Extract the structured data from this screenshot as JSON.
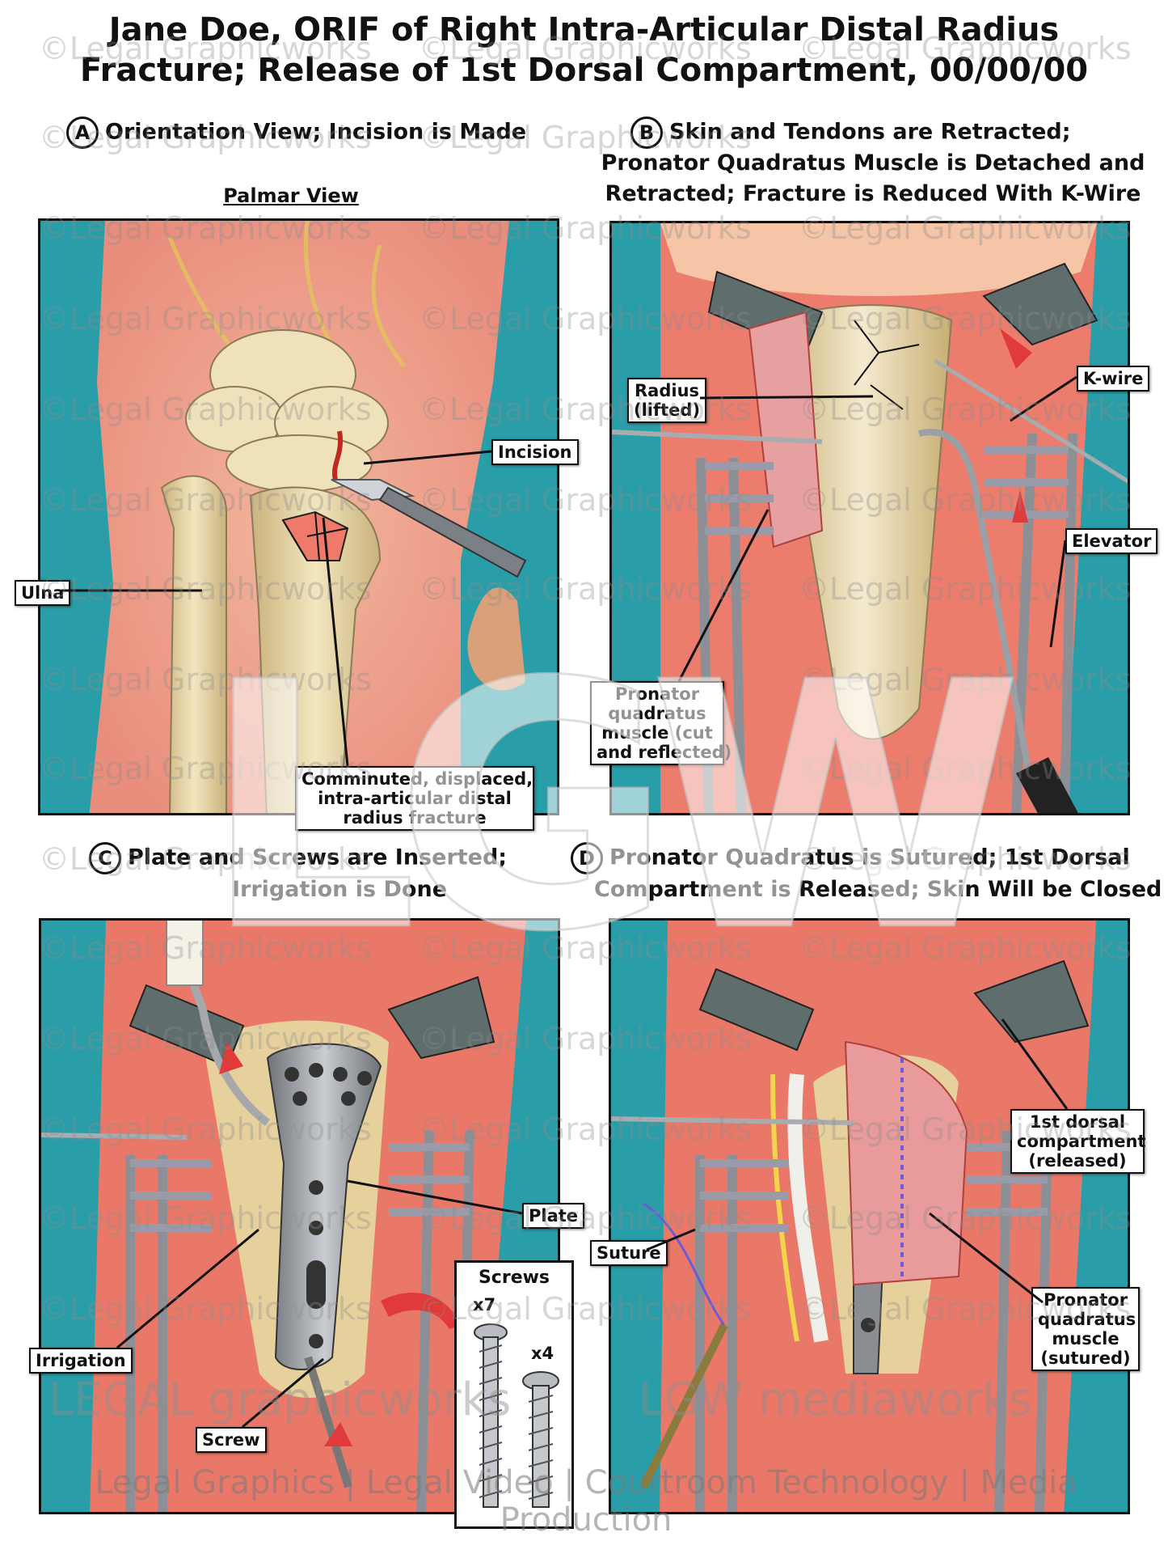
{
  "title_line1": "Jane Doe, ORIF of Right Intra-Articular Distal Radius",
  "title_line2": "Fracture; Release of 1st Dorsal Compartment, 00/00/00",
  "panel_a": {
    "letter": "A",
    "title": "Orientation View; Incision is Made",
    "subtitle": "Palmar View",
    "labels": {
      "incision": "Incision",
      "ulna": "Ulna",
      "fracture_l1": "Comminuted, displaced,",
      "fracture_l2": "intra-articular distal",
      "fracture_l3": "radius fracture"
    }
  },
  "panel_b": {
    "letter": "B",
    "title_l1": "Skin and Tendons are Retracted;",
    "title_l2": "Pronator Quadratus Muscle is Detached and",
    "title_l3": "Retracted; Fracture is Reduced With K-Wire",
    "labels": {
      "radius_l1": "Radius",
      "radius_l2": "(lifted)",
      "kwire": "K-wire",
      "elevator": "Elevator",
      "pronator_l1": "Pronator",
      "pronator_l2": "quadratus",
      "pronator_l3": "muscle (cut",
      "pronator_l4": "and reflected)"
    }
  },
  "panel_c": {
    "letter": "C",
    "title_l1": "Plate and Screws are Inserted;",
    "title_l2": "Irrigation is Done",
    "labels": {
      "plate": "Plate",
      "irrigation": "Irrigation",
      "screw": "Screw",
      "screws_header": "Screws",
      "count_a": "x7",
      "count_b": "x4"
    }
  },
  "panel_d": {
    "letter": "D",
    "title_l1": "Pronator Quadratus is Sutured; 1st Dorsal",
    "title_l2": "Compartment is Released; Skin Will be Closed",
    "labels": {
      "dorsal_l1": "1st dorsal",
      "dorsal_l2": "compartment",
      "dorsal_l3": "(released)",
      "suture": "Suture",
      "pq_l1": "Pronator",
      "pq_l2": "quadratus",
      "pq_l3": "muscle",
      "pq_l4": "(sutured)"
    }
  },
  "watermark": "©Legal Graphicworks",
  "brand_left": "LEGAL graphicworks",
  "brand_right": "LGW mediaworks",
  "brand_mark": "LGW",
  "footer": "Legal Graphics | Legal Video | Courtroom Technology | Media Production",
  "colors": {
    "teal": "#2a9ea8",
    "flesh": "#e8746a",
    "bone": "#e9d9a8",
    "steel": "#8c9096"
  }
}
